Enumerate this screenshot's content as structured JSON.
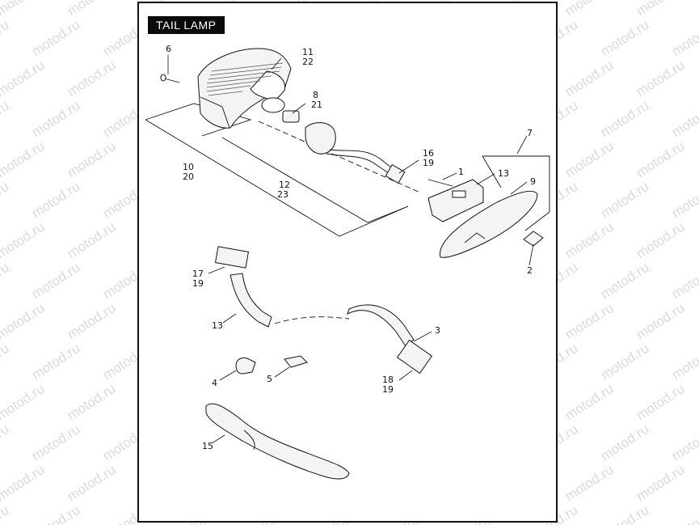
{
  "title": "TAIL LAMP",
  "watermark": "motod.ru",
  "callouts": {
    "c6": "6",
    "c11": "11",
    "c22": "22",
    "c8": "8",
    "c21": "21",
    "c7": "7",
    "c16": "16",
    "c19a": "19",
    "c1": "1",
    "c13a": "13",
    "c9": "9",
    "c10": "10",
    "c20": "20",
    "c12": "12",
    "c23": "23",
    "c2": "2",
    "c17": "17",
    "c19b": "19",
    "c13b": "13",
    "c3": "3",
    "c4": "4",
    "c5": "5",
    "c18": "18",
    "c19c": "19",
    "c15": "15"
  },
  "colors": {
    "frame": "#111111",
    "title_bg": "#0a0a0a",
    "title_fg": "#ffffff",
    "watermark": "#cfcfcf"
  }
}
